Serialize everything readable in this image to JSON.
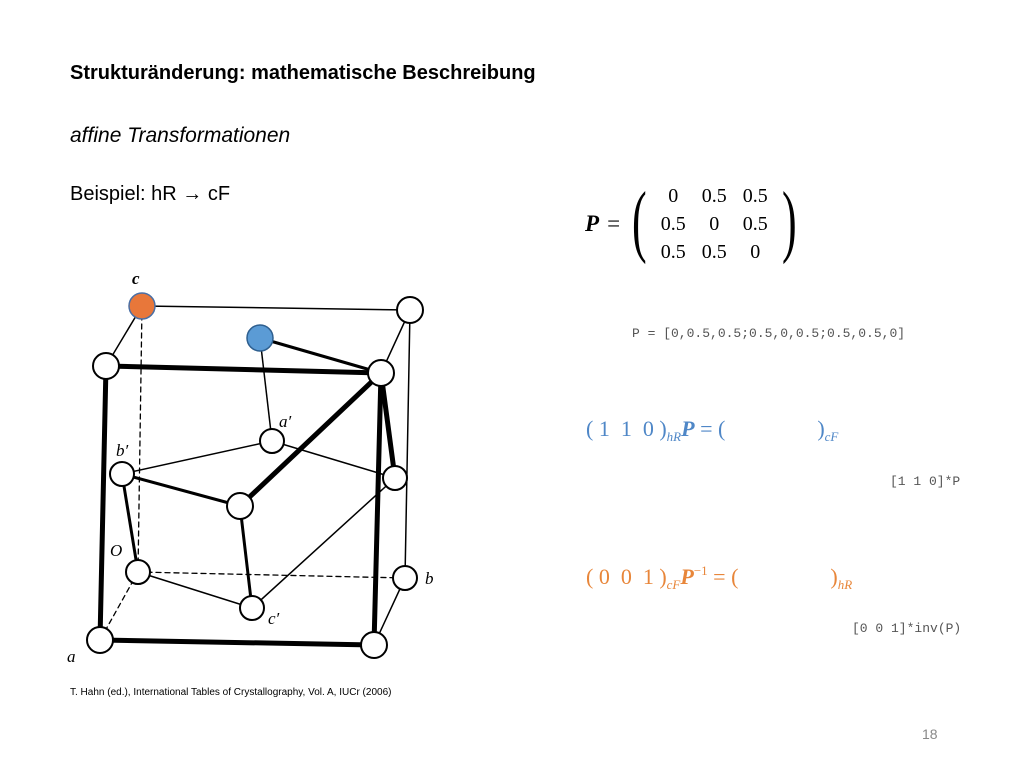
{
  "slide": {
    "title": "Strukturänderung: mathematische Beschreibung",
    "subtitle": "affine Transformationen",
    "example": "Beispiel: hR → cF",
    "citation": "T. Hahn (ed.), International Tables of Crystallography, Vol. A, IUCr (2006)",
    "page_number": "18"
  },
  "matrix": {
    "label": "P",
    "equals": "=",
    "rows": [
      [
        "0",
        "0.5",
        "0.5"
      ],
      [
        "0.5",
        "0",
        "0.5"
      ],
      [
        "0.5",
        "0.5",
        "0"
      ]
    ],
    "code": "P = [0,0.5,0.5;0.5,0,0.5;0.5,0.5,0]"
  },
  "equation1": {
    "vector": [
      "1",
      "1",
      "0"
    ],
    "from_subscript": "hR",
    "operand": "P",
    "equals": "=",
    "to_subscript": "cF",
    "code": "[1 1 0]*P",
    "color": "#4f87c7"
  },
  "equation2": {
    "vector": [
      "0",
      "0",
      "1"
    ],
    "from_subscript": "cF",
    "operand": "P",
    "exponent": "−1",
    "equals": "=",
    "to_subscript": "hR",
    "code": "[0 0 1]*inv(P)",
    "color": "#e8863a"
  },
  "figure": {
    "labels": {
      "c": "c",
      "a_prime": "a′",
      "b_prime": "b′",
      "O": "O",
      "b": "b",
      "c_prime": "c′",
      "a": "a"
    },
    "highlight_colors": {
      "orange": "#e8773a",
      "blue": "#5b9bd5"
    }
  }
}
